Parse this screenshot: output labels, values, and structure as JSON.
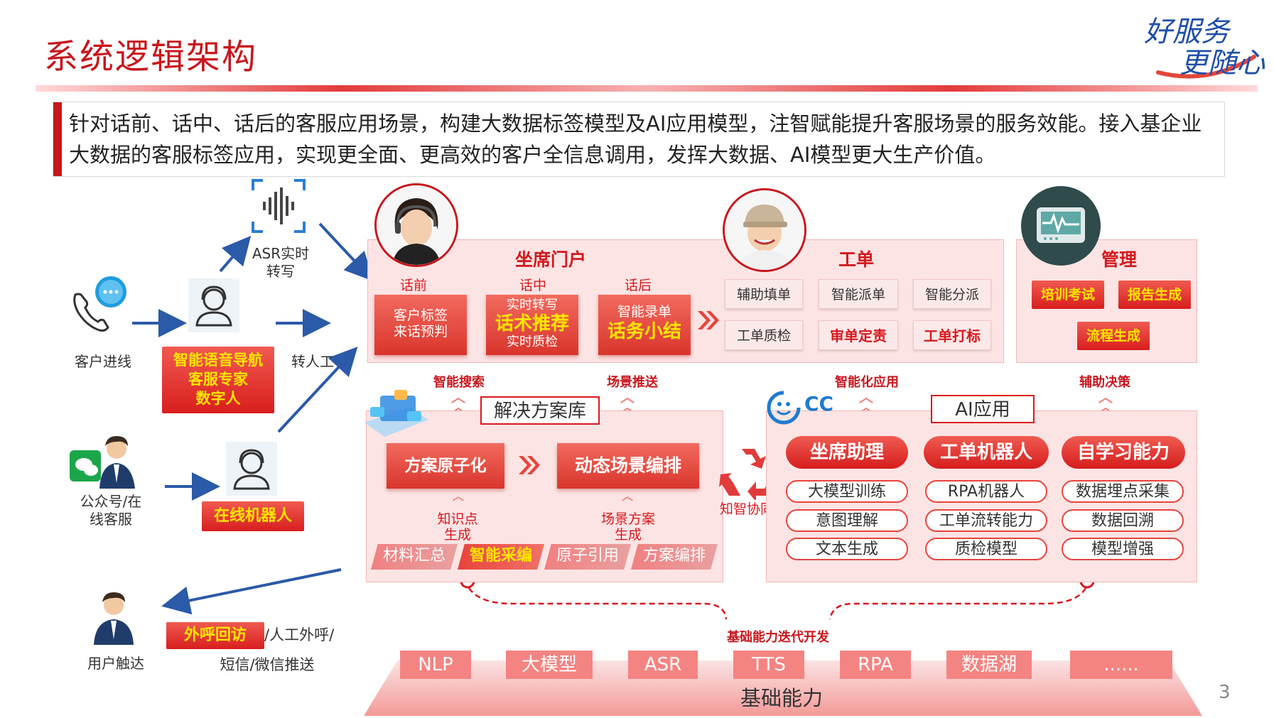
{
  "title": "系统逻辑架构",
  "logo": {
    "line1": "好服务",
    "line2": "更随心"
  },
  "intro": "针对话前、话中、话后的客服应用场景，构建大数据标签模型及AI应用模型，注智赋能提升客服场景的服务效能。接入基企业大数据的客服标签应用，实现更全面、更高效的客户全信息调用，发挥大数据、AI模型更大生产价值。",
  "left": {
    "asr": "ASR实时\n转写",
    "customer_call": "客户进线",
    "transfer": "转人工",
    "voice_nav": "智能语音导航\n客服专家\n数字人",
    "wechat": "公众号/在\n线客服",
    "online_robot": "在线机器人",
    "user_reach": "用户触达",
    "outbound": "外呼回访",
    "outbound_rest": "/人工外呼/",
    "outbound_rest2": "短信/微信推送"
  },
  "seat": {
    "title": "坐席门户",
    "seg1": "话前",
    "seg2": "话中",
    "seg3": "话后",
    "tile1": "客户标签\n来话预判",
    "tile2_top": "实时转写",
    "tile2_main": "话术推荐",
    "tile2_bot": "实时质检",
    "tile3_top": "智能录单",
    "tile3_main": "话务小结"
  },
  "workorder": {
    "title": "工单",
    "t1": "辅助填单",
    "t2": "智能派单",
    "t3": "智能分派",
    "t4": "工单质检",
    "t5": "审单定责",
    "t6": "工单打标"
  },
  "manage": {
    "title": "管理",
    "t1": "培训考试",
    "t2": "报告生成",
    "t3": "流程生成"
  },
  "links": {
    "smart_search": "智能搜索",
    "scene_push": "场景推送",
    "smart_app": "智能化应用",
    "aux_decision": "辅助决策",
    "collab": "知智协同",
    "base_iter": "基础能力迭代开发"
  },
  "solution": {
    "title": "解决方案库",
    "a": "方案原子化",
    "b": "动态场景编排",
    "k1": "知识点\n生成",
    "k2": "场景方案\n生成",
    "r1": "材料汇总",
    "r2": "智能采编",
    "r3": "原子引用",
    "r4": "方案编排"
  },
  "ai": {
    "cc": "CC",
    "title": "AI应用",
    "col1": {
      "head": "坐席助理",
      "items": [
        "大模型训练",
        "意图理解",
        "文本生成"
      ]
    },
    "col2": {
      "head": "工单机器人",
      "items": [
        "RPA机器人",
        "工单流转能力",
        "质检模型"
      ]
    },
    "col3": {
      "head": "自学习能力",
      "items": [
        "数据埋点采集",
        "数据回溯",
        "模型增强"
      ]
    }
  },
  "base": {
    "items": [
      "NLP",
      "大模型",
      "ASR",
      "TTS",
      "RPA",
      "数据湖",
      "......"
    ],
    "title": "基础能力"
  },
  "page_number": "3",
  "colors": {
    "brand_red": "#c8161d",
    "accent_yellow": "#ffe600",
    "panel_pink": "#fde4e4"
  }
}
